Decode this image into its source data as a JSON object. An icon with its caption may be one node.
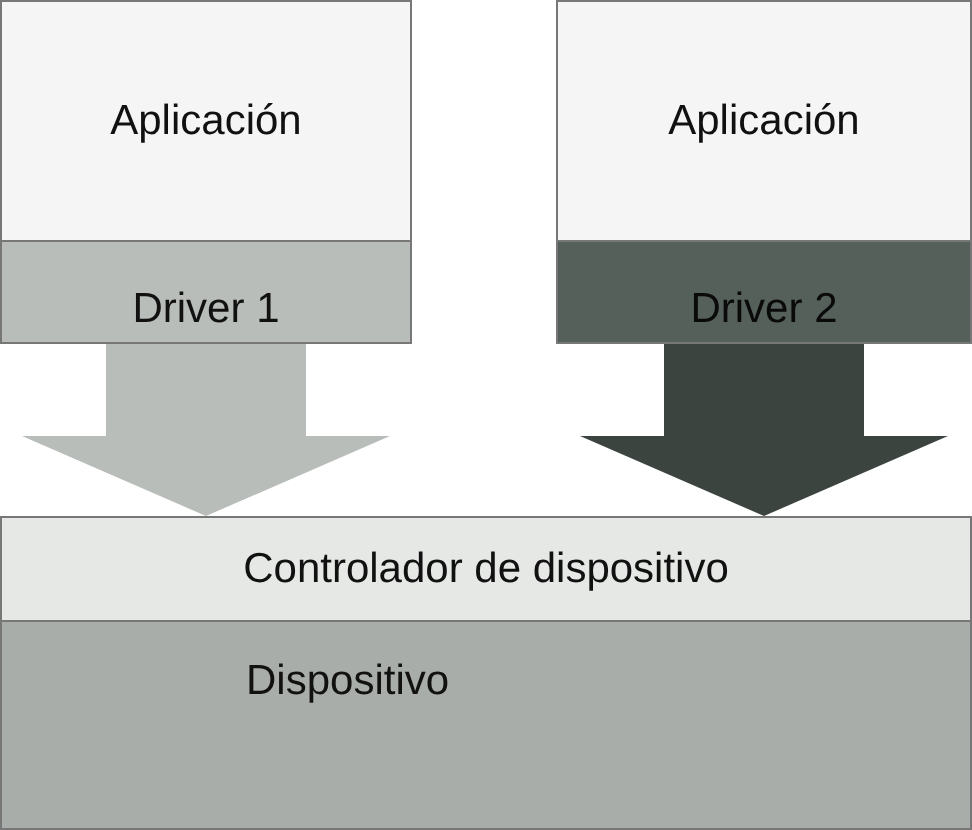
{
  "diagram": {
    "nodes": [
      {
        "text": [
          "Aplicación"
        ]
      },
      {
        "text": [
          "Driver 1"
        ]
      },
      {
        "text": [
          "Aplicación"
        ]
      },
      {
        "text": [
          "Driver 2"
        ]
      },
      {
        "text": [
          "Controlador de dispositivo"
        ]
      },
      {
        "text": [
          "Dispositivo"
        ]
      }
    ],
    "edges": [
      {
        "from": 1,
        "to": 4,
        "arrow": "to",
        "color": "#b9bdb9"
      },
      {
        "from": 3,
        "to": 4,
        "arrow": "to",
        "color": "#3c4440"
      }
    ]
  }
}
